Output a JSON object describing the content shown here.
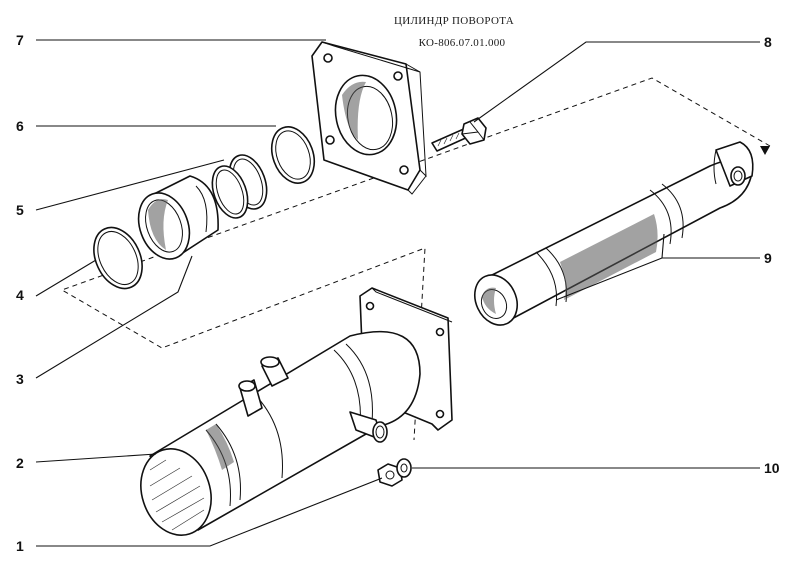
{
  "header": {
    "title": "ЦИЛИНДР ПОВОРОТА",
    "code": "КО-806.07.01.000"
  },
  "callouts": {
    "c1": "1",
    "c2": "2",
    "c3": "3",
    "c4": "4",
    "c5": "5",
    "c6": "6",
    "c7": "7",
    "c8": "8",
    "c9": "9",
    "c10": "10"
  }
}
